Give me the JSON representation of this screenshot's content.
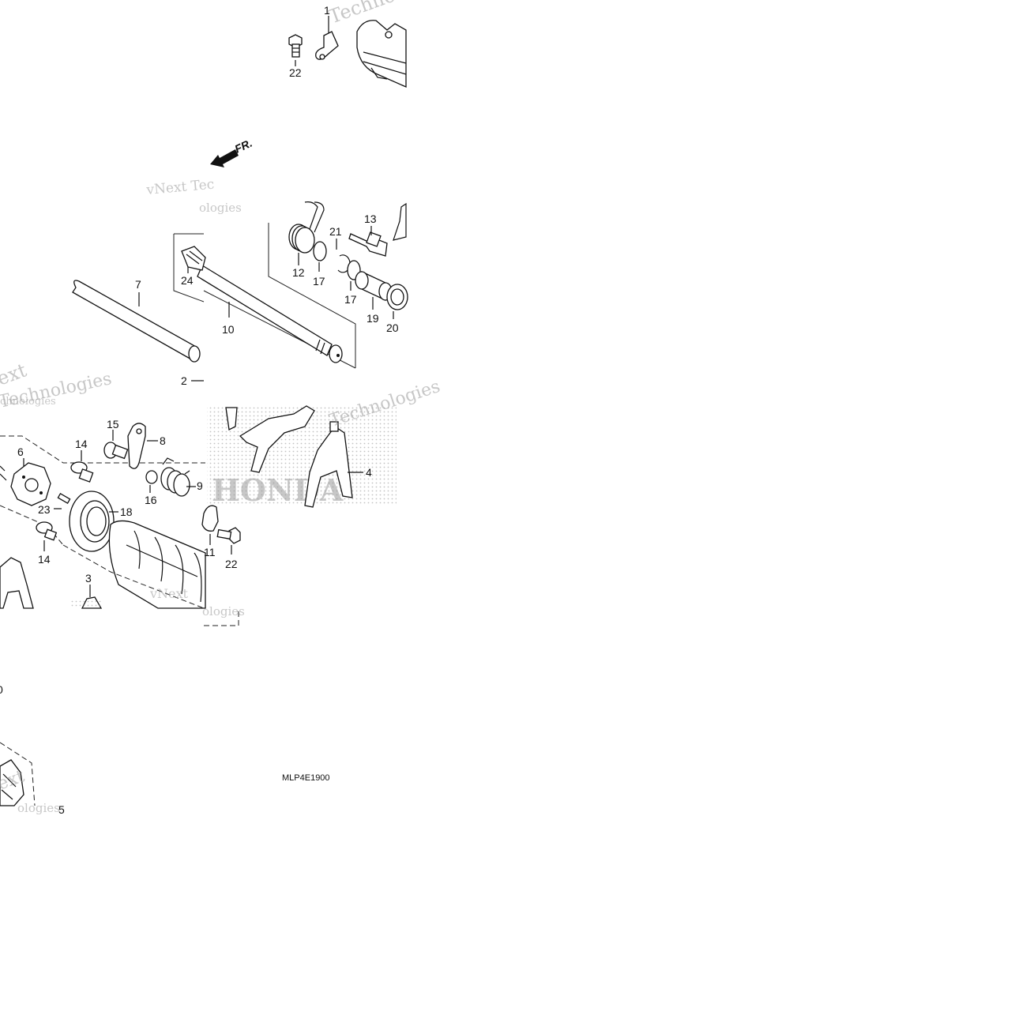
{
  "callouts": {
    "c1": "1",
    "c2": "2",
    "c3": "3",
    "c4": "4",
    "c5": "5",
    "c6": "6",
    "c7": "7",
    "c8": "8",
    "c9": "9",
    "c10": "10",
    "c11": "11",
    "c12": "12",
    "c13": "13",
    "c14a": "14",
    "c14b": "14",
    "c15": "15",
    "c16": "16",
    "c17a": "17",
    "c17b": "17",
    "c18": "18",
    "c19": "19",
    "c20": "20",
    "c21": "21",
    "c22a": "22",
    "c22b": "22",
    "c23": "23",
    "c24": "24",
    "c0": "0"
  },
  "direction_label": "FR.",
  "diagram_code": "MLP4E1900",
  "watermarks": {
    "w1": "vNext Tec",
    "w2": "ologies",
    "w3": "Techno",
    "w4": "ext",
    "w5": "Technologies",
    "w6": "chnologies",
    "w7": "vNext",
    "w8": "ologies",
    "w9": "Technologies",
    "w10": "ext",
    "w11": "ologies",
    "w12": "HONDA"
  },
  "colors": {
    "line": "#111111",
    "watermark": "#9a9a9a",
    "background": "#ffffff"
  }
}
